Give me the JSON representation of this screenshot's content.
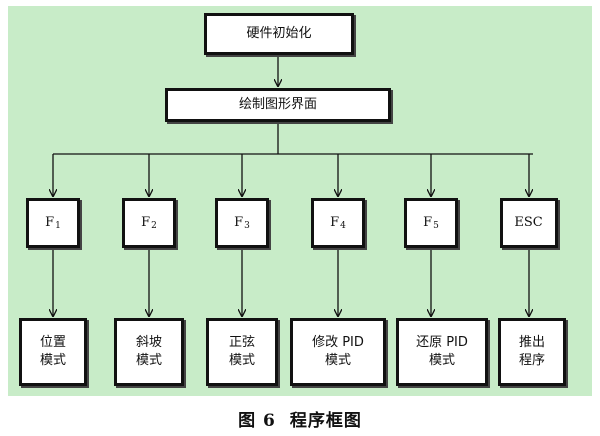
{
  "diagram": {
    "init": "硬件初始化",
    "draw": "绘制图形界面",
    "keys": [
      {
        "main": "F",
        "sub": "1"
      },
      {
        "main": "F",
        "sub": "2"
      },
      {
        "main": "F",
        "sub": "3"
      },
      {
        "main": "F",
        "sub": "4"
      },
      {
        "main": "F",
        "sub": "5"
      },
      {
        "main": "ESC",
        "sub": ""
      }
    ],
    "modes": [
      {
        "line1": "位置",
        "line2": "模式"
      },
      {
        "line1": "斜坡",
        "line2": "模式"
      },
      {
        "line1": "正弦",
        "line2": "模式"
      },
      {
        "line1": "修改 PID",
        "line2": "模式"
      },
      {
        "line1": "还原 PID",
        "line2": "模式"
      },
      {
        "line1": "推出",
        "line2": "程序"
      }
    ]
  },
  "caption": {
    "label": "图 6",
    "text": "程序框图"
  },
  "colors": {
    "background": "#c8ecc8",
    "box_fill": "#ffffff",
    "border": "#111111"
  }
}
